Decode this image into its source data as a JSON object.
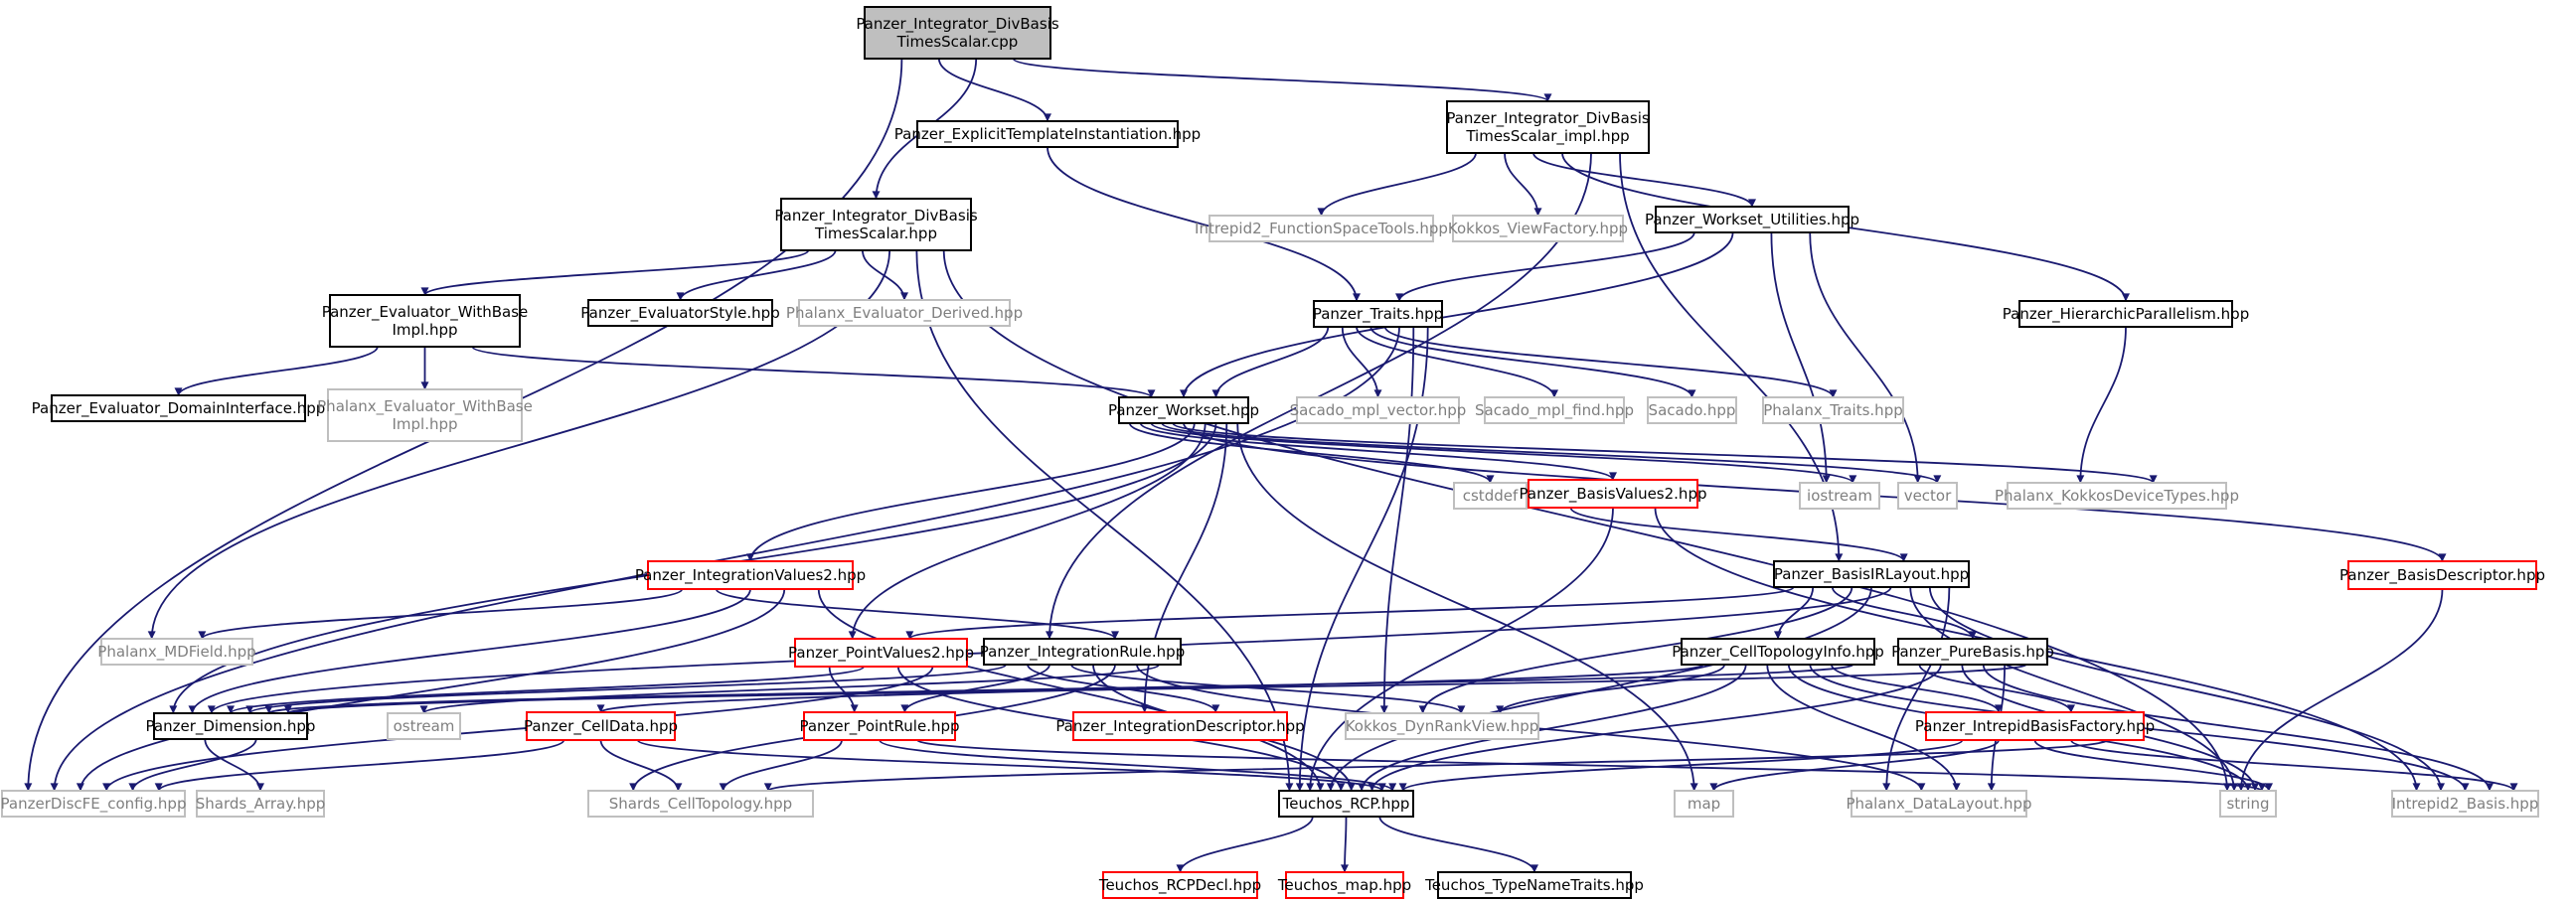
{
  "colors": {
    "edge": "#191970",
    "root_fill": "#bfbfbf",
    "doc_border": "#000000",
    "external_border": "#bfbfbf",
    "truncated_border": "#ff0000",
    "external_text": "#7f7f7f"
  },
  "nodes": [
    {
      "id": "root",
      "lines": [
        "Panzer_Integrator_DivBasis",
        "TimesScalar.cpp"
      ],
      "kind": "root"
    },
    {
      "id": "eti",
      "lines": [
        "Panzer_ExplicitTemplateInstantiation.hpp"
      ],
      "kind": "doc"
    },
    {
      "id": "implh",
      "lines": [
        "Panzer_Integrator_DivBasis",
        "TimesScalar_impl.hpp"
      ],
      "kind": "doc"
    },
    {
      "id": "hpp",
      "lines": [
        "Panzer_Integrator_DivBasis",
        "TimesScalar.hpp"
      ],
      "kind": "doc"
    },
    {
      "id": "fst",
      "lines": [
        "Intrepid2_FunctionSpaceTools.hpp"
      ],
      "kind": "ext"
    },
    {
      "id": "kvf",
      "lines": [
        "Kokkos_ViewFactory.hpp"
      ],
      "kind": "ext"
    },
    {
      "id": "wsu",
      "lines": [
        "Panzer_Workset_Utilities.hpp"
      ],
      "kind": "doc"
    },
    {
      "id": "ewb",
      "lines": [
        "Panzer_Evaluator_WithBase",
        "Impl.hpp"
      ],
      "kind": "doc"
    },
    {
      "id": "es",
      "lines": [
        "Panzer_EvaluatorStyle.hpp"
      ],
      "kind": "doc"
    },
    {
      "id": "ped",
      "lines": [
        "Phalanx_Evaluator_Derived.hpp"
      ],
      "kind": "ext"
    },
    {
      "id": "traits",
      "lines": [
        "Panzer_Traits.hpp"
      ],
      "kind": "doc"
    },
    {
      "id": "hp",
      "lines": [
        "Panzer_HierarchicParallelism.hpp"
      ],
      "kind": "doc"
    },
    {
      "id": "edi",
      "lines": [
        "Panzer_Evaluator_DomainInterface.hpp"
      ],
      "kind": "doc"
    },
    {
      "id": "pewb",
      "lines": [
        "Phalanx_Evaluator_WithBase",
        "Impl.hpp"
      ],
      "kind": "ext"
    },
    {
      "id": "ws",
      "lines": [
        "Panzer_Workset.hpp"
      ],
      "kind": "doc"
    },
    {
      "id": "smv",
      "lines": [
        "Sacado_mpl_vector.hpp"
      ],
      "kind": "ext"
    },
    {
      "id": "smf",
      "lines": [
        "Sacado_mpl_find.hpp"
      ],
      "kind": "ext"
    },
    {
      "id": "sac",
      "lines": [
        "Sacado.hpp"
      ],
      "kind": "ext"
    },
    {
      "id": "pht",
      "lines": [
        "Phalanx_Traits.hpp"
      ],
      "kind": "ext"
    },
    {
      "id": "cstddef",
      "lines": [
        "cstddef"
      ],
      "kind": "ext"
    },
    {
      "id": "bv2",
      "lines": [
        "Panzer_BasisValues2.hpp"
      ],
      "kind": "trunc"
    },
    {
      "id": "iostream",
      "lines": [
        "iostream"
      ],
      "kind": "ext"
    },
    {
      "id": "vector",
      "lines": [
        "vector"
      ],
      "kind": "ext"
    },
    {
      "id": "pkdt",
      "lines": [
        "Phalanx_KokkosDeviceTypes.hpp"
      ],
      "kind": "ext"
    },
    {
      "id": "iv2",
      "lines": [
        "Panzer_IntegrationValues2.hpp"
      ],
      "kind": "trunc"
    },
    {
      "id": "birl",
      "lines": [
        "Panzer_BasisIRLayout.hpp"
      ],
      "kind": "doc"
    },
    {
      "id": "bd",
      "lines": [
        "Panzer_BasisDescriptor.hpp"
      ],
      "kind": "trunc"
    },
    {
      "id": "mdf",
      "lines": [
        "Phalanx_MDField.hpp"
      ],
      "kind": "ext"
    },
    {
      "id": "pv2",
      "lines": [
        "Panzer_PointValues2.hpp"
      ],
      "kind": "trunc"
    },
    {
      "id": "ir",
      "lines": [
        "Panzer_IntegrationRule.hpp"
      ],
      "kind": "doc"
    },
    {
      "id": "cti",
      "lines": [
        "Panzer_CellTopologyInfo.hpp"
      ],
      "kind": "doc"
    },
    {
      "id": "pb",
      "lines": [
        "Panzer_PureBasis.hpp"
      ],
      "kind": "doc"
    },
    {
      "id": "dim",
      "lines": [
        "Panzer_Dimension.hpp"
      ],
      "kind": "doc"
    },
    {
      "id": "ostream",
      "lines": [
        "ostream"
      ],
      "kind": "ext"
    },
    {
      "id": "cd",
      "lines": [
        "Panzer_CellData.hpp"
      ],
      "kind": "trunc"
    },
    {
      "id": "pr",
      "lines": [
        "Panzer_PointRule.hpp"
      ],
      "kind": "trunc"
    },
    {
      "id": "idesc",
      "lines": [
        "Panzer_IntegrationDescriptor.hpp"
      ],
      "kind": "trunc"
    },
    {
      "id": "kdrv",
      "lines": [
        "Kokkos_DynRankView.hpp"
      ],
      "kind": "ext"
    },
    {
      "id": "ibf",
      "lines": [
        "Panzer_IntrepidBasisFactory.hpp"
      ],
      "kind": "trunc"
    },
    {
      "id": "pdfe",
      "lines": [
        "PanzerDiscFE_config.hpp"
      ],
      "kind": "ext"
    },
    {
      "id": "sa",
      "lines": [
        "Shards_Array.hpp"
      ],
      "kind": "ext"
    },
    {
      "id": "sct",
      "lines": [
        "Shards_CellTopology.hpp"
      ],
      "kind": "ext"
    },
    {
      "id": "rcp",
      "lines": [
        "Teuchos_RCP.hpp"
      ],
      "kind": "doc"
    },
    {
      "id": "map",
      "lines": [
        "map"
      ],
      "kind": "ext"
    },
    {
      "id": "pdl",
      "lines": [
        "Phalanx_DataLayout.hpp"
      ],
      "kind": "ext"
    },
    {
      "id": "string",
      "lines": [
        "string"
      ],
      "kind": "ext"
    },
    {
      "id": "i2b",
      "lines": [
        "Intrepid2_Basis.hpp"
      ],
      "kind": "ext"
    },
    {
      "id": "rcpdecl",
      "lines": [
        "Teuchos_RCPDecl.hpp"
      ],
      "kind": "trunc"
    },
    {
      "id": "tmap",
      "lines": [
        "Teuchos_map.hpp"
      ],
      "kind": "trunc"
    },
    {
      "id": "tnt",
      "lines": [
        "Teuchos_TypeNameTraits.hpp"
      ],
      "kind": "doc"
    }
  ],
  "edges": [
    [
      "root",
      "pdfe"
    ],
    [
      "root",
      "eti"
    ],
    [
      "root",
      "hpp"
    ],
    [
      "root",
      "implh"
    ],
    [
      "eti",
      "traits"
    ],
    [
      "implh",
      "fst"
    ],
    [
      "implh",
      "kvf"
    ],
    [
      "implh",
      "wsu"
    ],
    [
      "implh",
      "hp"
    ],
    [
      "implh",
      "ir"
    ],
    [
      "implh",
      "birl"
    ],
    [
      "hpp",
      "ewb"
    ],
    [
      "hpp",
      "es"
    ],
    [
      "hpp",
      "ped"
    ],
    [
      "hpp",
      "mdf"
    ],
    [
      "hpp",
      "rcp"
    ],
    [
      "hpp",
      "string"
    ],
    [
      "ewb",
      "edi"
    ],
    [
      "ewb",
      "pewb"
    ],
    [
      "ewb",
      "ws"
    ],
    [
      "wsu",
      "traits"
    ],
    [
      "wsu",
      "ws"
    ],
    [
      "wsu",
      "iostream"
    ],
    [
      "wsu",
      "vector"
    ],
    [
      "traits",
      "ws"
    ],
    [
      "traits",
      "smv"
    ],
    [
      "traits",
      "smf"
    ],
    [
      "traits",
      "sac"
    ],
    [
      "traits",
      "pht"
    ],
    [
      "traits",
      "pdfe"
    ],
    [
      "traits",
      "kdrv"
    ],
    [
      "traits",
      "rcp"
    ],
    [
      "hp",
      "pkdt"
    ],
    [
      "ws",
      "cstddef"
    ],
    [
      "ws",
      "bv2"
    ],
    [
      "ws",
      "iostream"
    ],
    [
      "ws",
      "vector"
    ],
    [
      "ws",
      "pkdt"
    ],
    [
      "ws",
      "bd"
    ],
    [
      "ws",
      "iv2"
    ],
    [
      "ws",
      "pv2"
    ],
    [
      "ws",
      "dim"
    ],
    [
      "ws",
      "idesc"
    ],
    [
      "ws",
      "map"
    ],
    [
      "bv2",
      "birl"
    ],
    [
      "bv2",
      "rcp"
    ],
    [
      "bv2",
      "i2b"
    ],
    [
      "iv2",
      "mdf"
    ],
    [
      "iv2",
      "ir"
    ],
    [
      "iv2",
      "dim"
    ],
    [
      "iv2",
      "pdfe"
    ],
    [
      "iv2",
      "rcp"
    ],
    [
      "birl",
      "pv2"
    ],
    [
      "birl",
      "cti"
    ],
    [
      "birl",
      "pb"
    ],
    [
      "birl",
      "kdrv"
    ],
    [
      "birl",
      "rcp"
    ],
    [
      "birl",
      "dim"
    ],
    [
      "birl",
      "string"
    ],
    [
      "birl",
      "i2b"
    ],
    [
      "birl",
      "pdl"
    ],
    [
      "bd",
      "string"
    ],
    [
      "pv2",
      "pr"
    ],
    [
      "pv2",
      "dim"
    ],
    [
      "pv2",
      "rcp"
    ],
    [
      "pv2",
      "pdfe"
    ],
    [
      "ir",
      "dim"
    ],
    [
      "ir",
      "idesc"
    ],
    [
      "ir",
      "pr"
    ],
    [
      "ir",
      "kdrv"
    ],
    [
      "ir",
      "rcp"
    ],
    [
      "ir",
      "sct"
    ],
    [
      "ir",
      "pdl"
    ],
    [
      "ir",
      "ostream"
    ],
    [
      "cti",
      "cd"
    ],
    [
      "cti",
      "kdrv"
    ],
    [
      "cti",
      "rcp"
    ],
    [
      "cti",
      "pdl"
    ],
    [
      "cti",
      "string"
    ],
    [
      "cti",
      "i2b"
    ],
    [
      "cti",
      "ibf"
    ],
    [
      "cti",
      "dim"
    ],
    [
      "pb",
      "ibf"
    ],
    [
      "pb",
      "rcp"
    ],
    [
      "pb",
      "string"
    ],
    [
      "pb",
      "i2b"
    ],
    [
      "pb",
      "pdl"
    ],
    [
      "pb",
      "dim"
    ],
    [
      "dim",
      "sa"
    ],
    [
      "dim",
      "pdfe"
    ],
    [
      "cd",
      "pdfe"
    ],
    [
      "cd",
      "sct"
    ],
    [
      "cd",
      "rcp"
    ],
    [
      "pr",
      "sct"
    ],
    [
      "pr",
      "rcp"
    ],
    [
      "pr",
      "string"
    ],
    [
      "ibf",
      "rcp"
    ],
    [
      "ibf",
      "map"
    ],
    [
      "ibf",
      "string"
    ],
    [
      "ibf",
      "i2b"
    ],
    [
      "ibf",
      "sct"
    ],
    [
      "rcp",
      "rcpdecl"
    ],
    [
      "rcp",
      "tmap"
    ],
    [
      "rcp",
      "tnt"
    ]
  ]
}
